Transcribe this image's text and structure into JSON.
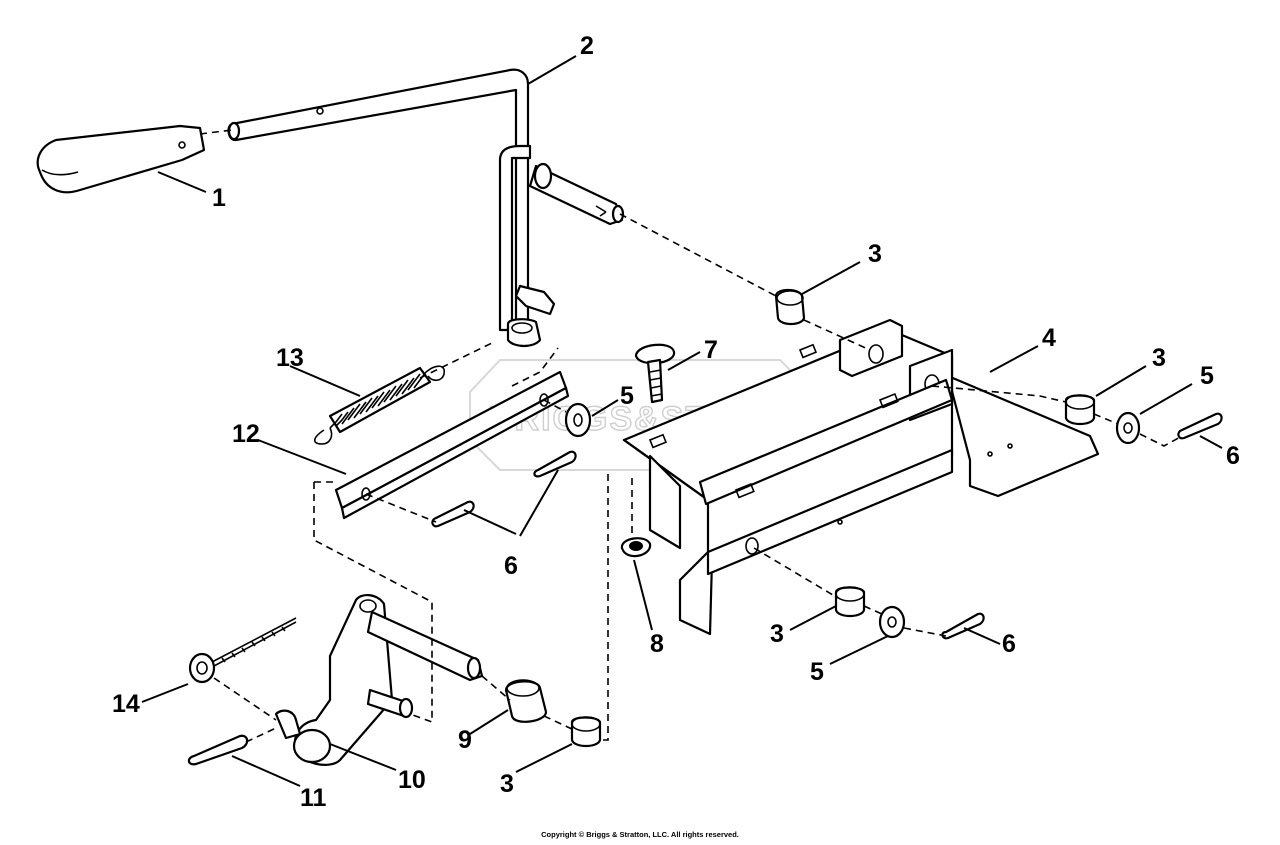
{
  "diagram": {
    "watermark": "BRIGGS&STRATTON",
    "copyright": "Copyright © Briggs & Stratton, LLC. All rights reserved.",
    "callouts": {
      "c1": "1",
      "c2": "2",
      "c3a": "3",
      "c3b": "3",
      "c3c": "3",
      "c3d": "3",
      "c4": "4",
      "c5a": "5",
      "c5b": "5",
      "c5c": "5",
      "c6a": "6",
      "c6b": "6",
      "c6c": "6",
      "c7": "7",
      "c8": "8",
      "c9": "9",
      "c10": "10",
      "c11": "11",
      "c12": "12",
      "c13": "13",
      "c14": "14"
    }
  }
}
